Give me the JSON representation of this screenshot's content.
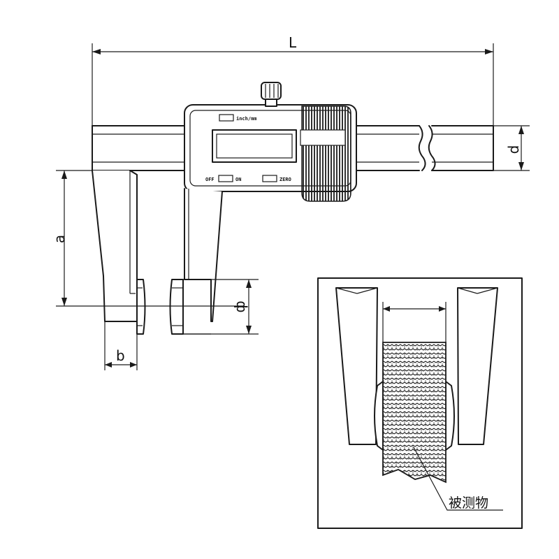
{
  "dimensions": {
    "length": "L",
    "depth": "d",
    "jaw_depth": "a",
    "tip_width": "b",
    "tip_diameter": "ф"
  },
  "display": {
    "units_button": "inch/mm",
    "off_label": "OFF",
    "on_label": "ON",
    "zero_label": "ZERO"
  },
  "inset": {
    "callout": "被测物"
  },
  "colors": {
    "line": "#1a1a1a",
    "background": "#ffffff"
  }
}
